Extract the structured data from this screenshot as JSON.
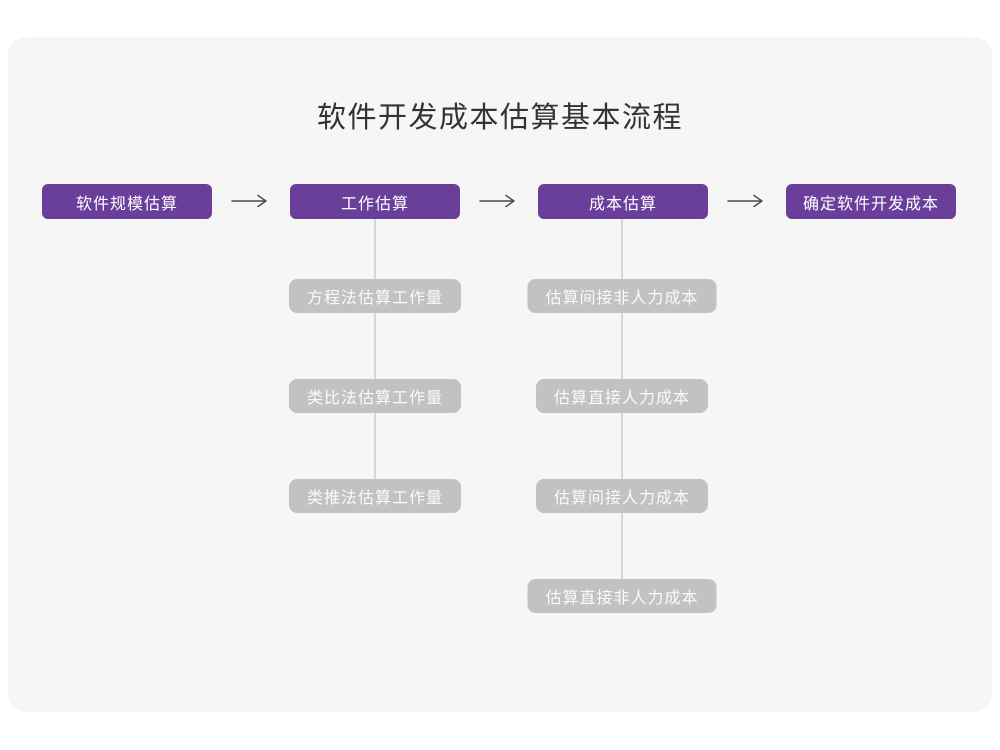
{
  "page": {
    "title": "软件开发成本估算基本流程"
  },
  "colors": {
    "page_background": "#ffffff",
    "card_background": "#f6f6f7",
    "primary_box": "#6a3f9c",
    "primary_text": "#ffffff",
    "secondary_box": "#c2c2c2",
    "secondary_text": "#fafafa",
    "connector": "#d6d6d6",
    "arrow": "#4a4a4a",
    "title_text": "#333333"
  },
  "flow": {
    "main_steps": [
      {
        "label": "软件规模估算"
      },
      {
        "label": "工作估算"
      },
      {
        "label": "成本估算"
      },
      {
        "label": "确定软件开发成本"
      }
    ],
    "work_estimation_substeps": [
      {
        "label": "方程法估算工作量"
      },
      {
        "label": "类比法估算工作量"
      },
      {
        "label": "类推法估算工作量"
      }
    ],
    "cost_estimation_substeps": [
      {
        "label": "估算间接非人力成本"
      },
      {
        "label": "估算直接人力成本"
      },
      {
        "label": "估算间接人力成本"
      },
      {
        "label": "估算直接非人力成本"
      }
    ]
  }
}
